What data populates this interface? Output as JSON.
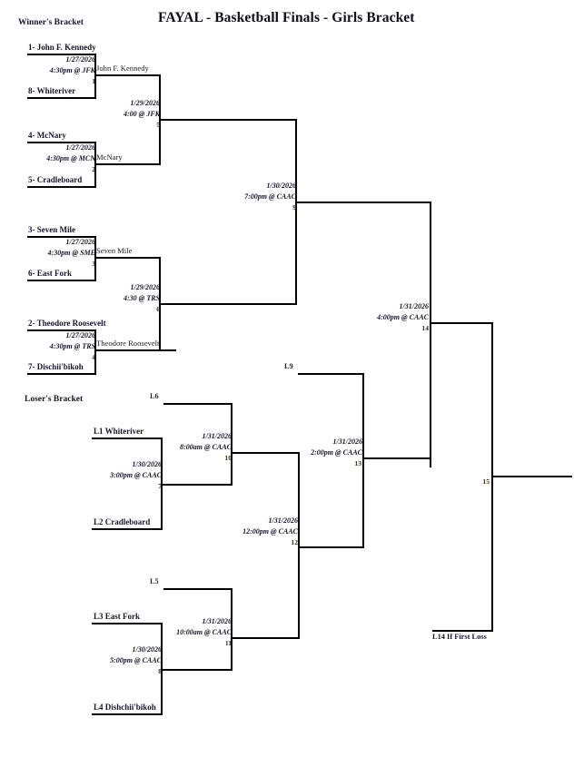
{
  "page": {
    "title": "FAYAL - Basketball Finals - Girls Bracket",
    "winners_label": "Winner's Bracket",
    "losers_label": "Loser's Bracket",
    "final_note": "L14 If First Loss"
  },
  "winners_bracket": {
    "round1": [
      {
        "game_number": "1",
        "top_team": "1- John F. Kennedy",
        "bottom_team": "8- Whiteriver",
        "date": "1/27/2026",
        "time_venue": "4:30pm @ JFK",
        "advancing": "John F. Kennedy"
      },
      {
        "game_number": "2",
        "top_team": "4- McNary",
        "bottom_team": "5- Cradleboard",
        "date": "1/27/2026",
        "time_venue": "4:30pm @ MCN",
        "advancing": "McNary"
      },
      {
        "game_number": "3",
        "top_team": "3- Seven Mile",
        "bottom_team": "6- East Fork",
        "date": "1/27/2026",
        "time_venue": "4:30pm @ SME",
        "advancing": "Seven Mile"
      },
      {
        "game_number": "4",
        "top_team": "2- Theodore Roosevelt",
        "bottom_team": "7- Dischii'bikoh",
        "date": "1/27/2026",
        "time_venue": "4:30pm @ TRS",
        "advancing": "Theodore Roosevelt"
      }
    ],
    "round2": [
      {
        "game_number": "5",
        "date": "1/29/2026",
        "time_venue": "4:00 @ JFK"
      },
      {
        "game_number": "6",
        "date": "1/29/2026",
        "time_venue": "4:30 @ TRS"
      }
    ],
    "round3": [
      {
        "game_number": "9",
        "date": "1/30/2026",
        "time_venue": "7:00pm @ CAAC"
      }
    ],
    "round4": [
      {
        "game_number": "14",
        "date": "1/31/2026",
        "time_venue": "4:00pm @ CAAC"
      }
    ]
  },
  "losers_bracket": {
    "round1": [
      {
        "game_number": "7",
        "top_team": "L1  Whiteriver",
        "bottom_team": "L2  Cradleboard",
        "date": "1/30/2026",
        "time_venue": "3:00pm @ CAAC"
      },
      {
        "game_number": "8",
        "top_team": "L3  East Fork",
        "bottom_team": "L4  Dishchii'bikoh",
        "date": "1/30/2026",
        "time_venue": "5:00pm @ CAAC"
      }
    ],
    "round2": [
      {
        "game_number": "10",
        "feed_label": "L6",
        "date": "1/31/2026",
        "time_venue": "8:00am @ CAAC"
      },
      {
        "game_number": "11",
        "feed_label": "L5",
        "date": "1/31/2026",
        "time_venue": "10:00am @ CAAC"
      }
    ],
    "round3": [
      {
        "game_number": "12",
        "date": "1/31/2026",
        "time_venue": "12:00pm @ CAAC"
      }
    ],
    "round4": [
      {
        "game_number": "13",
        "feed_label": "L9",
        "date": "1/31/2026",
        "time_venue": "2:00pm @ CAAC"
      }
    ]
  },
  "championship": {
    "game_number": "15"
  }
}
